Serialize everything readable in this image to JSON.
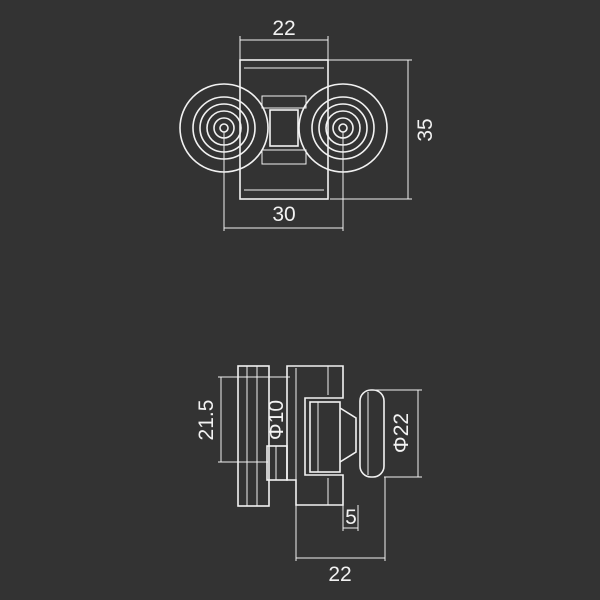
{
  "colors": {
    "background": "#333333",
    "line": "#f2f2f2"
  },
  "top_view": {
    "dim_body_width": "22",
    "dim_height": "35",
    "dim_wheel_spacing": "30"
  },
  "side_view": {
    "dim_plate_height": "21.5",
    "dim_axle_diameter": "Φ10",
    "dim_wheel_diameter": "Φ22",
    "dim_offset": "5",
    "dim_depth": "22"
  }
}
